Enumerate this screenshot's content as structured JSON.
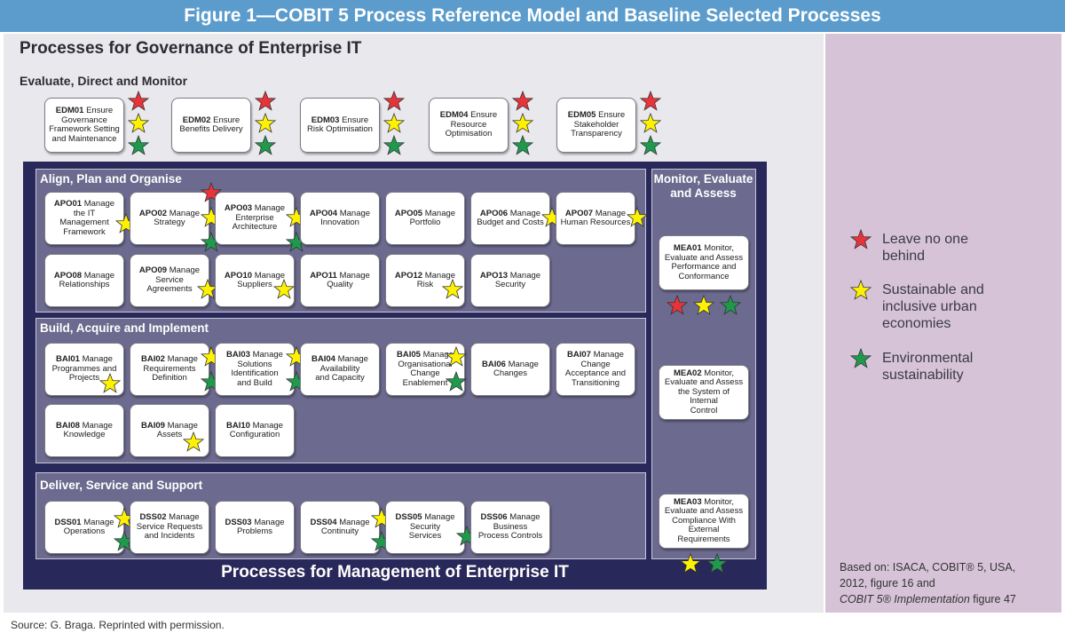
{
  "title": "Figure 1—COBIT 5 Process Reference Model and Baseline Selected Processes",
  "governance": {
    "title": "Processes for Governance of Enterprise IT",
    "edm_title": "Evaluate, Direct and Monitor",
    "processes": [
      {
        "code": "EDM01",
        "name": "Ensure\nGovernance\nFramework Setting\nand Maintenance",
        "stars": [
          "red",
          "yellow",
          "green"
        ]
      },
      {
        "code": "EDM02",
        "name": "Ensure\nBenefits Delivery",
        "stars": [
          "red",
          "yellow",
          "green"
        ]
      },
      {
        "code": "EDM03",
        "name": "Ensure\nRisk Optimisation",
        "stars": [
          "red",
          "yellow",
          "green"
        ]
      },
      {
        "code": "EDM04",
        "name": "Ensure\nResource\nOptimisation",
        "stars": [
          "red",
          "yellow",
          "green"
        ]
      },
      {
        "code": "EDM05",
        "name": "Ensure\nStakeholder\nTransparency",
        "stars": [
          "red",
          "yellow",
          "green"
        ]
      }
    ]
  },
  "management": {
    "label": "Processes for Management of Enterprise IT",
    "apo": {
      "title": "Align, Plan and Organise",
      "processes": [
        {
          "code": "APO01",
          "name": "Manage\nthe IT Management\nFramework",
          "stars": [
            "yellow"
          ]
        },
        {
          "code": "APO02",
          "name": "Manage\nStrategy",
          "stars": [
            "red",
            "yellow",
            "green"
          ]
        },
        {
          "code": "APO03",
          "name": "Manage\nEnterprise\nArchitecture",
          "stars": [
            "yellow",
            "green"
          ]
        },
        {
          "code": "APO04",
          "name": "Manage\nInnovation",
          "stars": []
        },
        {
          "code": "APO05",
          "name": "Manage\nPortfolio",
          "stars": []
        },
        {
          "code": "APO06",
          "name": "Manage\nBudget and Costs",
          "stars": [
            "yellow"
          ]
        },
        {
          "code": "APO07",
          "name": "Manage\nHuman Resources",
          "stars": [
            "yellow"
          ]
        },
        {
          "code": "APO08",
          "name": "Manage\nRelationships",
          "stars": []
        },
        {
          "code": "APO09",
          "name": "Manage\nService\nAgreements",
          "stars": [
            "yellow"
          ]
        },
        {
          "code": "APO10",
          "name": "Manage\nSuppliers",
          "stars": [
            "yellow"
          ]
        },
        {
          "code": "APO11",
          "name": "Manage\nQuality",
          "stars": []
        },
        {
          "code": "APO12",
          "name": "Manage\nRisk",
          "stars": [
            "yellow"
          ]
        },
        {
          "code": "APO13",
          "name": "Manage\nSecurity",
          "stars": []
        }
      ]
    },
    "bai": {
      "title": "Build, Acquire and Implement",
      "processes": [
        {
          "code": "BAI01",
          "name": "Manage\nProgrammes and\nProjects",
          "stars": [
            "yellow"
          ]
        },
        {
          "code": "BAI02",
          "name": "Manage\nRequirements\nDefinition",
          "stars": [
            "yellow",
            "green"
          ]
        },
        {
          "code": "BAI03",
          "name": "Manage\nSolutions\nIdentification\nand Build",
          "stars": [
            "yellow",
            "green"
          ]
        },
        {
          "code": "BAI04",
          "name": "Manage\nAvailability\nand Capacity",
          "stars": []
        },
        {
          "code": "BAI05",
          "name": "Manage\nOrganisational\nChange\nEnablement",
          "stars": [
            "yellow",
            "green"
          ]
        },
        {
          "code": "BAI06",
          "name": "Manage\nChanges",
          "stars": []
        },
        {
          "code": "BAI07",
          "name": "Manage\nChange\nAcceptance and\nTransitioning",
          "stars": []
        },
        {
          "code": "BAI08",
          "name": "Manage\nKnowledge",
          "stars": []
        },
        {
          "code": "BAI09",
          "name": "Manage\nAssets",
          "stars": [
            "yellow"
          ]
        },
        {
          "code": "BAI10",
          "name": "Manage\nConfiguration",
          "stars": []
        }
      ]
    },
    "dss": {
      "title": "Deliver, Service and Support",
      "processes": [
        {
          "code": "DSS01",
          "name": "Manage\nOperations",
          "stars": [
            "yellow",
            "green"
          ]
        },
        {
          "code": "DSS02",
          "name": "Manage\nService Requests\nand Incidents",
          "stars": []
        },
        {
          "code": "DSS03",
          "name": "Manage\nProblems",
          "stars": []
        },
        {
          "code": "DSS04",
          "name": "Manage\nContinuity",
          "stars": [
            "yellow",
            "green"
          ]
        },
        {
          "code": "DSS05",
          "name": "Manage\nSecurity\nServices",
          "stars": [
            "green"
          ]
        },
        {
          "code": "DSS06",
          "name": "Manage\nBusiness\nProcess Controls",
          "stars": []
        }
      ]
    },
    "mea": {
      "title": "Monitor, Evaluate\nand Assess",
      "processes": [
        {
          "code": "MEA01",
          "name": "Monitor,\nEvaluate and Assess\nPerformance and\nConformance",
          "stars": [
            "red",
            "yellow",
            "green"
          ]
        },
        {
          "code": "MEA02",
          "name": "Monitor,\nEvaluate and Assess\nthe System of Internal\nControl",
          "stars": []
        },
        {
          "code": "MEA03",
          "name": "Monitor,\nEvaluate and Assess\nCompliance With\nExternal Requirements",
          "stars": [
            "yellow",
            "green"
          ]
        }
      ]
    }
  },
  "legend": [
    {
      "color": "red",
      "label": "Leave no one\nbehind"
    },
    {
      "color": "yellow",
      "label": "Sustainable and\ninclusive urban\neconomies"
    },
    {
      "color": "green",
      "label": "Environmental\nsustainability"
    }
  ],
  "colors": {
    "red": "#e8333a",
    "yellow": "#fff200",
    "green": "#1f9a4d"
  },
  "based_on": {
    "line1": "Based on:  ISACA, COBIT® 5, USA,",
    "line2": "2012, figure 16 and",
    "line3_italic": "COBIT 5® Implementation",
    "line3_rest": " figure 47"
  },
  "source": "Source:  G. Braga. Reprinted with permission."
}
